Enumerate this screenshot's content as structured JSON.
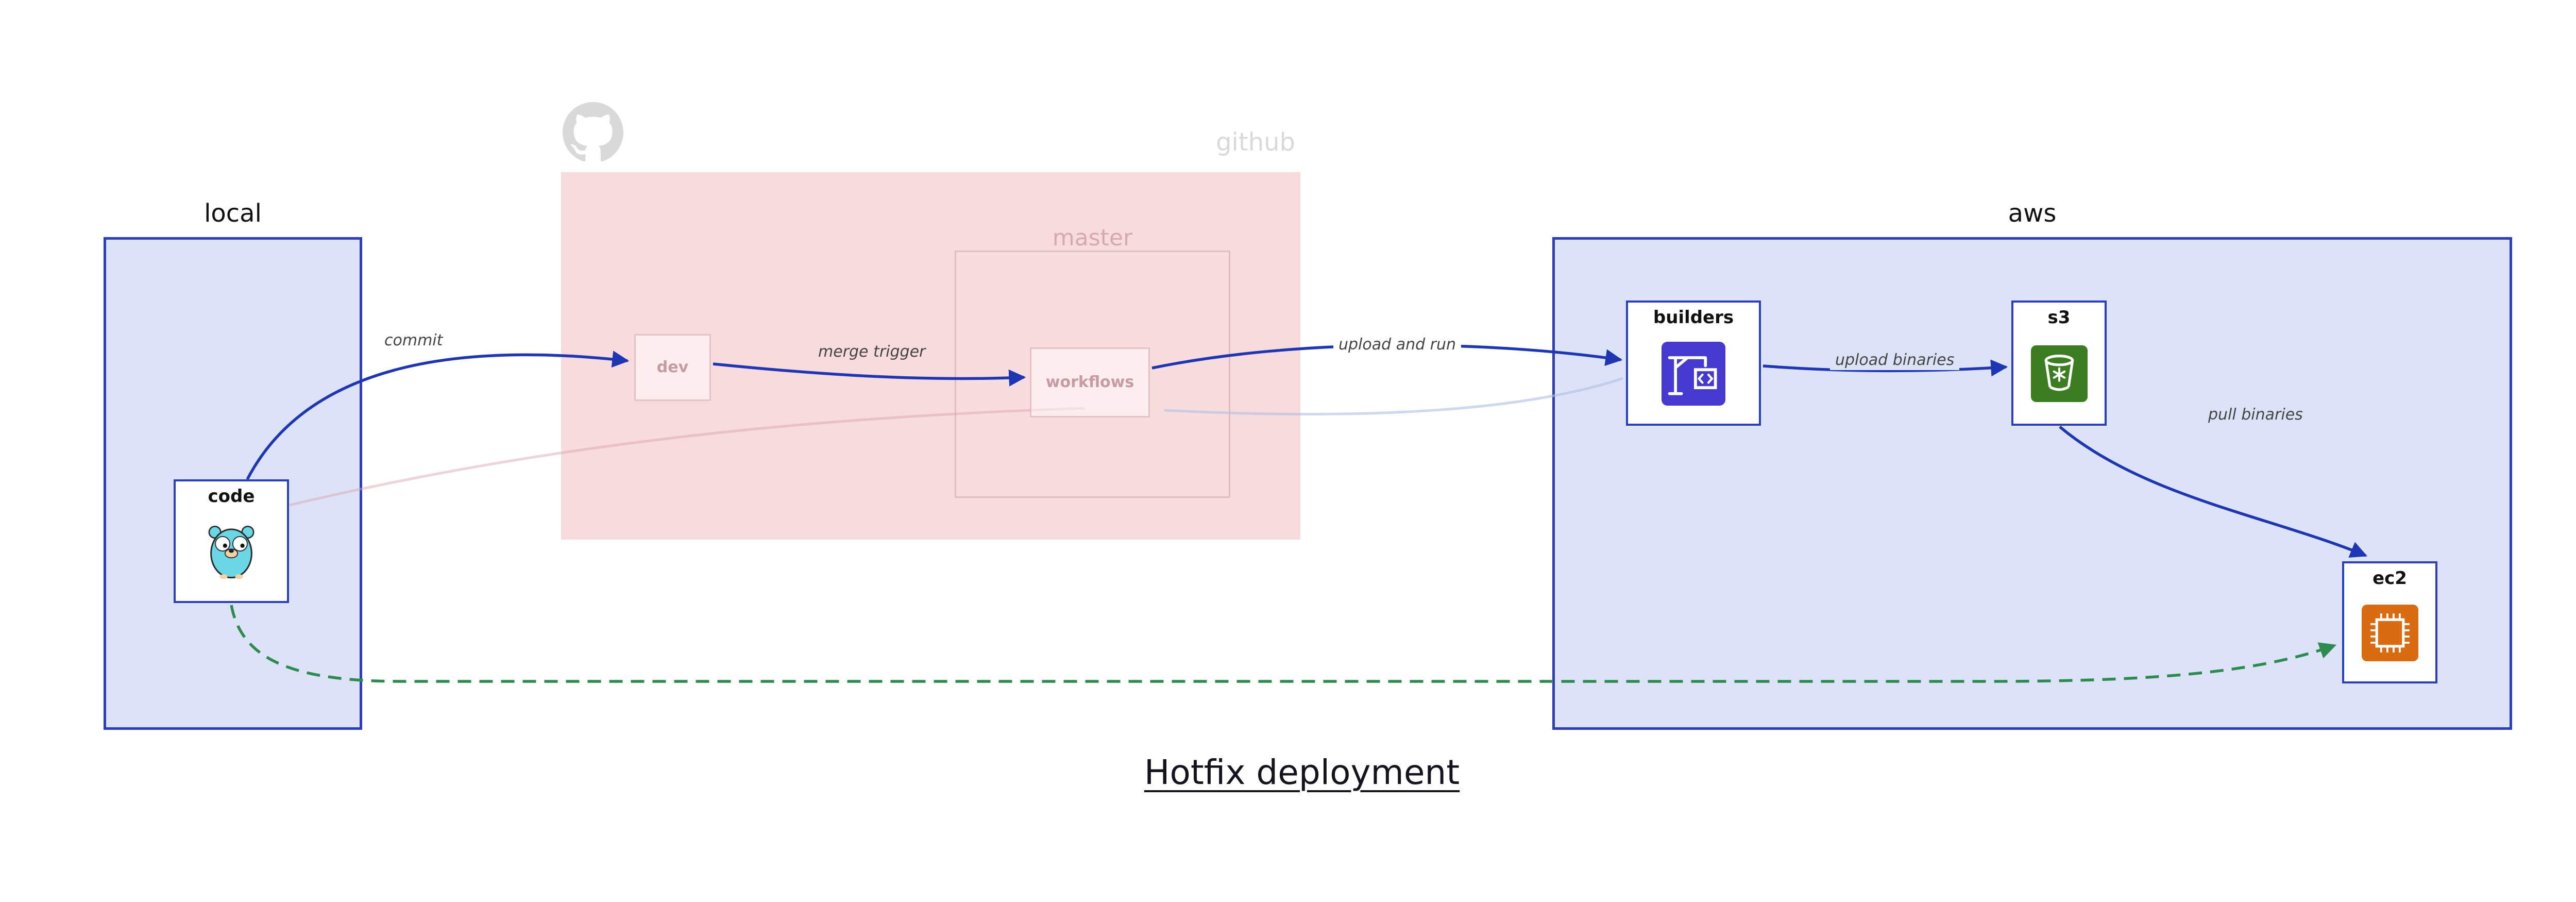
{
  "title": "Hotfix deployment",
  "groups": {
    "local": {
      "label": "local"
    },
    "github": {
      "label": "github",
      "logo_icon": "github-logo-icon",
      "branches": {
        "master": {
          "label": "master"
        }
      }
    },
    "aws": {
      "label": "aws"
    }
  },
  "nodes": {
    "code": {
      "label": "code",
      "icon": "go-gopher-icon"
    },
    "dev": {
      "label": "dev"
    },
    "workflows": {
      "label": "workflows"
    },
    "builders": {
      "label": "builders",
      "icon": "codebuild-crane-icon"
    },
    "s3": {
      "label": "s3",
      "icon": "s3-bucket-icon"
    },
    "ec2": {
      "label": "ec2",
      "icon": "ec2-chip-icon"
    }
  },
  "edges": {
    "commit": {
      "label": "commit",
      "style": "solid-blue"
    },
    "merge_trigger": {
      "label": "merge trigger",
      "style": "solid-blue"
    },
    "upload_and_run": {
      "label": "upload and run",
      "style": "solid-blue"
    },
    "upload_binaries": {
      "label": "upload binaries",
      "style": "solid-blue"
    },
    "pull_binaries": {
      "label": "pull binaries",
      "style": "solid-blue"
    },
    "hotfix_path": {
      "style": "dashed-green"
    }
  },
  "colors": {
    "accent_blue": "#2b3ebe",
    "container_fill": "#dce3f8",
    "github_fill": "#f8dbdd",
    "github_faded": "#d9d9d9",
    "master_border": "#e3bcc2",
    "faded_pink_text": "#c89aa1",
    "edge_blue": "#1f36b4",
    "edge_green": "#2e8b50",
    "edge_label": "#444444",
    "gopher_teal": "#6ad7e5",
    "builders_purple": "#4539cf",
    "s3_green": "#3d7d22",
    "ec2_orange": "#d96b12"
  }
}
